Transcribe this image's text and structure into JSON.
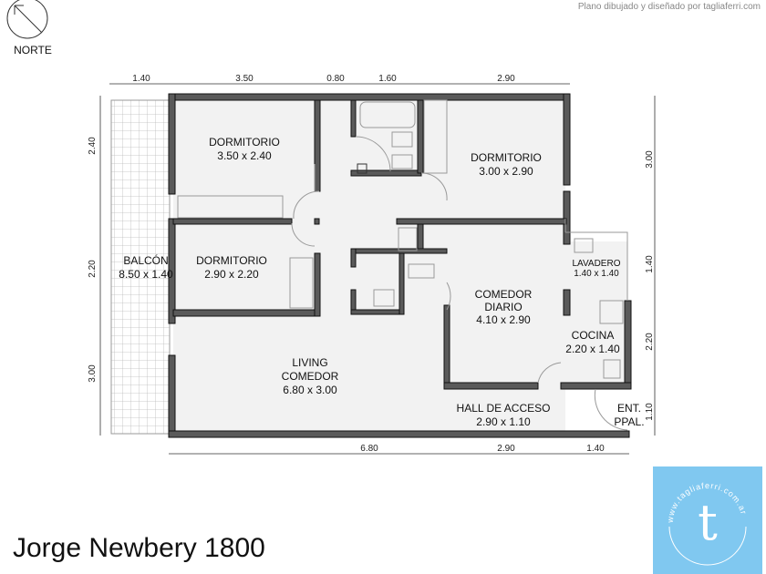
{
  "title": "Jorge Newbery 1800",
  "credit": "Plano dibujado y diseñado por tagliaferri.com",
  "north": "NORTE",
  "logo": {
    "letter": "t",
    "url": "www.tagliaferri.com.ar",
    "color": "#80c8f0"
  },
  "rooms": [
    {
      "name": "DORMITORIO",
      "size": "3.50 x 2.40"
    },
    {
      "name": "DORMITORIO",
      "size": "3.00 x 2.90"
    },
    {
      "name": "DORMITORIO",
      "size": "2.90 x 2.20"
    },
    {
      "name": "BALCÓN",
      "size": "8.50 x 1.40"
    },
    {
      "name": "LAVADERO",
      "size": "1.40 x 1.40"
    },
    {
      "name": "COMEDOR",
      "name2": "DIARIO",
      "size": "4.10 x 2.90"
    },
    {
      "name": "COCINA",
      "size": "2.20 x 1.40"
    },
    {
      "name": "LIVING",
      "name2": "COMEDOR",
      "size": "6.80 x 3.00"
    },
    {
      "name": "HALL DE ACCESO",
      "size": "2.90 x 1.10"
    },
    {
      "name": "ENT.",
      "name2": "PPAL."
    }
  ],
  "dims": {
    "top": [
      "1.40",
      "3.50",
      "0.80",
      "1.60",
      "2.90"
    ],
    "bottom": [
      "6.80",
      "2.90",
      "1.40"
    ],
    "left": [
      "2.40",
      "2.20",
      "3.00"
    ],
    "right": [
      "3.00",
      "1.40",
      "2.20",
      "1.10"
    ]
  }
}
